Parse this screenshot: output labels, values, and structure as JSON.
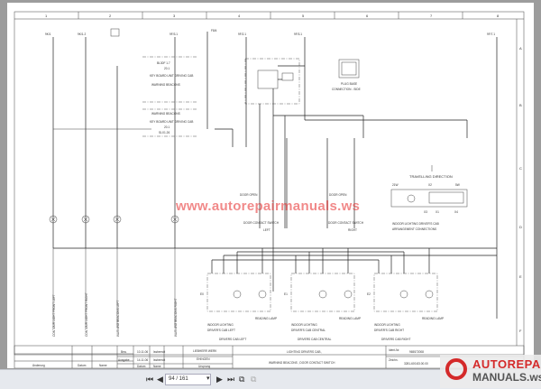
{
  "grid": {
    "columns": [
      "1",
      "2",
      "3",
      "4",
      "5",
      "6",
      "7",
      "8"
    ],
    "rows": [
      "A",
      "B",
      "C",
      "D",
      "E",
      "F"
    ]
  },
  "top_refs": [
    "9K/1",
    "9K/1.2",
    "9F/3.1",
    "F8/4",
    "9F/2.1",
    "9F/3.1",
    "9F/7.1"
  ],
  "keyboard": {
    "unit1_ref": "BL30F 1.7",
    "unit1_item": "20.1",
    "unit1_label": "KEY BOARD UNIT DRIVING CAB",
    "unit1_function": "WARNING BEACONS",
    "unit2_function": "WARNING BEACONS",
    "unit2_label": "KEY BOARD UNIT DRIVING CAB",
    "unit2_item": "20.1",
    "unit2_ref": "SLX1.26"
  },
  "plug": {
    "title": "PLUG BASE",
    "subtitle": "CONNECTION - SIDE"
  },
  "door_switches": [
    {
      "label": "DOOR OPEN",
      "caption": "DOOR CONTACT SWITCH",
      "side": "LEFT"
    },
    {
      "label": "DOOR OPEN",
      "caption": "DOOR CONTACT SWITCH",
      "side": "RIGHT"
    }
  ],
  "travel": {
    "heading": "TRAVELLING DIRECTION",
    "caption1": "INDOOR LIGHTING DRIVER'S CAB",
    "caption2": "ARRANGEMENT CONNECTIONS",
    "pins": [
      "21W",
      "X2",
      "5W",
      "X3",
      "X1",
      "X4"
    ]
  },
  "cab_lights": [
    {
      "id": "E0",
      "title": "INDOOR LIGHTING",
      "name": "DRIVER'S CAB LEFT",
      "reading": "READING LAMP"
    },
    {
      "id": "E1",
      "title": "INDOOR LIGHTING",
      "name": "DRIVER'S CAB CENTRAL",
      "reading": "READING LAMP"
    },
    {
      "id": "E2",
      "title": "INDOOR LIGHTING",
      "name": "DRIVER'S CAB RIGHT",
      "reading": "READING LAMP"
    }
  ],
  "lamp_labels": [
    "CONTOUR LIGHT FRONT LEFT",
    "CONTOUR LIGHT FRONT RIGHT",
    "WARNING BEACONS LEFT",
    "WARNING BEACONS RIGHT"
  ],
  "bottom_captions": [
    "DRIVERS CAB LEFT",
    "DRIVERS CAB CENTRAL",
    "DRIVERS CAB RIGHT"
  ],
  "title_block": {
    "col_labels": [
      "Änderung",
      "Datum",
      "Name"
    ],
    "row1_label": "Bea.",
    "row1_date": "10.11.06",
    "row1_name": "Issberndt",
    "row2_label": "Ausgabe",
    "row2_date": "14.11.06",
    "row2_name": "Issberndt",
    "sub_date": "Datum",
    "sub_name": "Name",
    "company1": "LIEBHERR WERK",
    "company2": "EHINGEN",
    "company_sub": "Ursprung",
    "title1": "LIGHTING DRIVERS CAB ,",
    "title2": "WARNING BEACONS , DOOR CONTACT SWITCH",
    "ident_label": "Ident-Nr.",
    "ident": "965572008",
    "drawing_label": "Zeichn.",
    "drawing": "3281-600.83.00.00"
  },
  "toolbar": {
    "page": "94 / 161"
  },
  "watermark": "www.autorepairmanuals.ws",
  "logo": {
    "line1": "AUTOREPAIR",
    "line2": "MANUALS.ws"
  }
}
